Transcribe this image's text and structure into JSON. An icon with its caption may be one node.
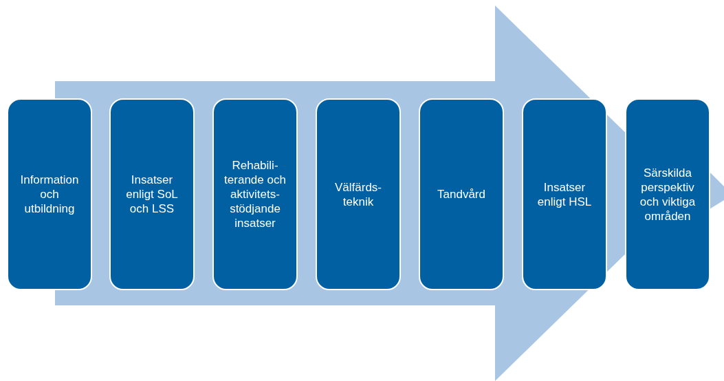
{
  "diagram": {
    "nodes": [
      {
        "text": [
          "Information och utbildning"
        ]
      },
      {
        "text": [
          "Insatser enligt SoL och LSS"
        ]
      },
      {
        "text": [
          "Rehabili-terande och aktivitets-stödjande insatser"
        ]
      },
      {
        "text": [
          "Välfärds-teknik"
        ]
      },
      {
        "text": [
          "Tandvård"
        ]
      },
      {
        "text": [
          "Insatser enligt HSL"
        ]
      },
      {
        "text": [
          "Särskilda perspektiv och viktiga områden"
        ]
      }
    ],
    "edges": [
      {
        "from": 0,
        "to": 6,
        "arrow": "to",
        "style": "thick",
        "color": "#a8c6e4"
      }
    ]
  }
}
